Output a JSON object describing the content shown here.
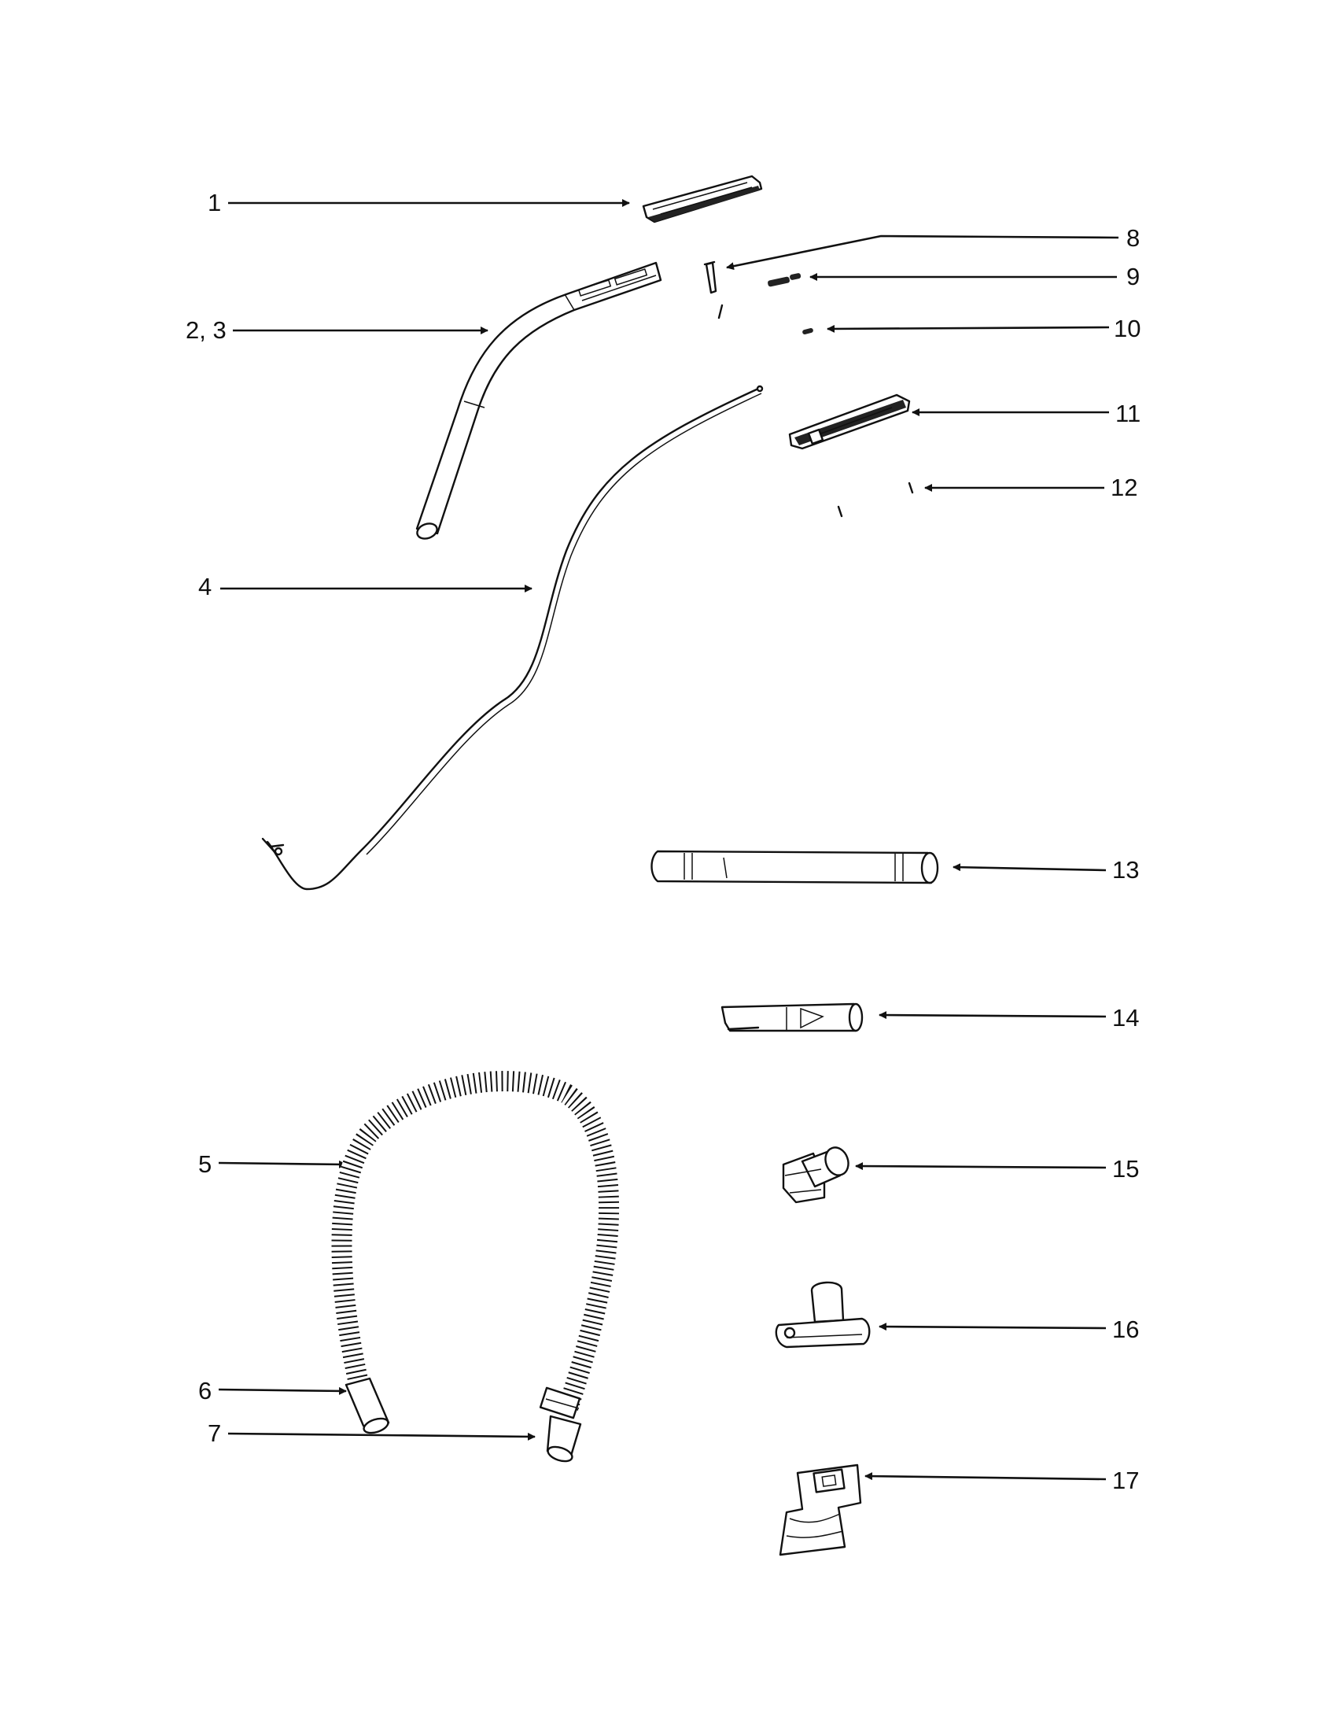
{
  "callouts": [
    {
      "id": "c1",
      "label": "1"
    },
    {
      "id": "c23",
      "label": "2, 3"
    },
    {
      "id": "c4",
      "label": "4"
    },
    {
      "id": "c5",
      "label": "5"
    },
    {
      "id": "c6",
      "label": "6"
    },
    {
      "id": "c7",
      "label": "7"
    },
    {
      "id": "c8",
      "label": "8"
    },
    {
      "id": "c9",
      "label": "9"
    },
    {
      "id": "c10",
      "label": "10"
    },
    {
      "id": "c11",
      "label": "11"
    },
    {
      "id": "c12",
      "label": "12"
    },
    {
      "id": "c13",
      "label": "13"
    },
    {
      "id": "c14",
      "label": "14"
    },
    {
      "id": "c15",
      "label": "15"
    },
    {
      "id": "c16",
      "label": "16"
    },
    {
      "id": "c17",
      "label": "17"
    }
  ]
}
